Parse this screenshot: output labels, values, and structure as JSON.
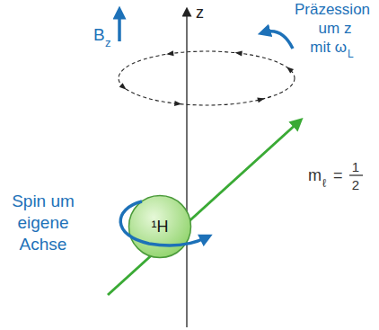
{
  "diagram": {
    "nodes": [
      {
        "text": [
          "¹H"
        ]
      }
    ],
    "edges": [],
    "labels": [
      "B",
      "z",
      "z",
      "Präzession",
      "um z",
      "mit ω",
      "L",
      "m",
      "ℓ",
      "=",
      "1",
      "2",
      "Spin um eigene Achse"
    ]
  }
}
